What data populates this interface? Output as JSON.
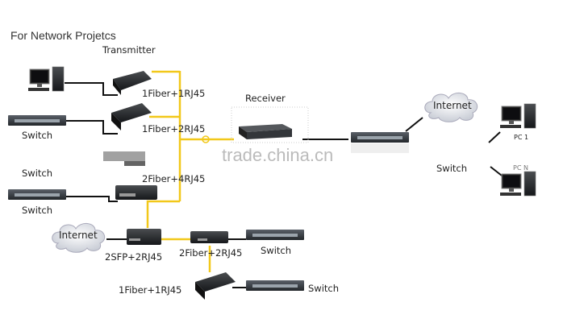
{
  "title": "For Network Projetcs",
  "labels": {
    "transmitter": "Transmitter",
    "receiver": "Receiver",
    "tx1": "1Fiber+1RJ45",
    "tx2": "1Fiber+2RJ45",
    "tx3": "2Fiber+4RJ45",
    "sfp": "2SFP+2RJ45",
    "f2": "2Fiber+2RJ45",
    "f1b": "1Fiber+1RJ45",
    "switch": "Switch",
    "internet": "Internet",
    "pc1": "PC 1",
    "pcn": "PC N"
  },
  "watermark": "trade.china.cn",
  "colors": {
    "fiber": "#f2c81a",
    "copper": "#111111",
    "device": "#2a2d30"
  }
}
